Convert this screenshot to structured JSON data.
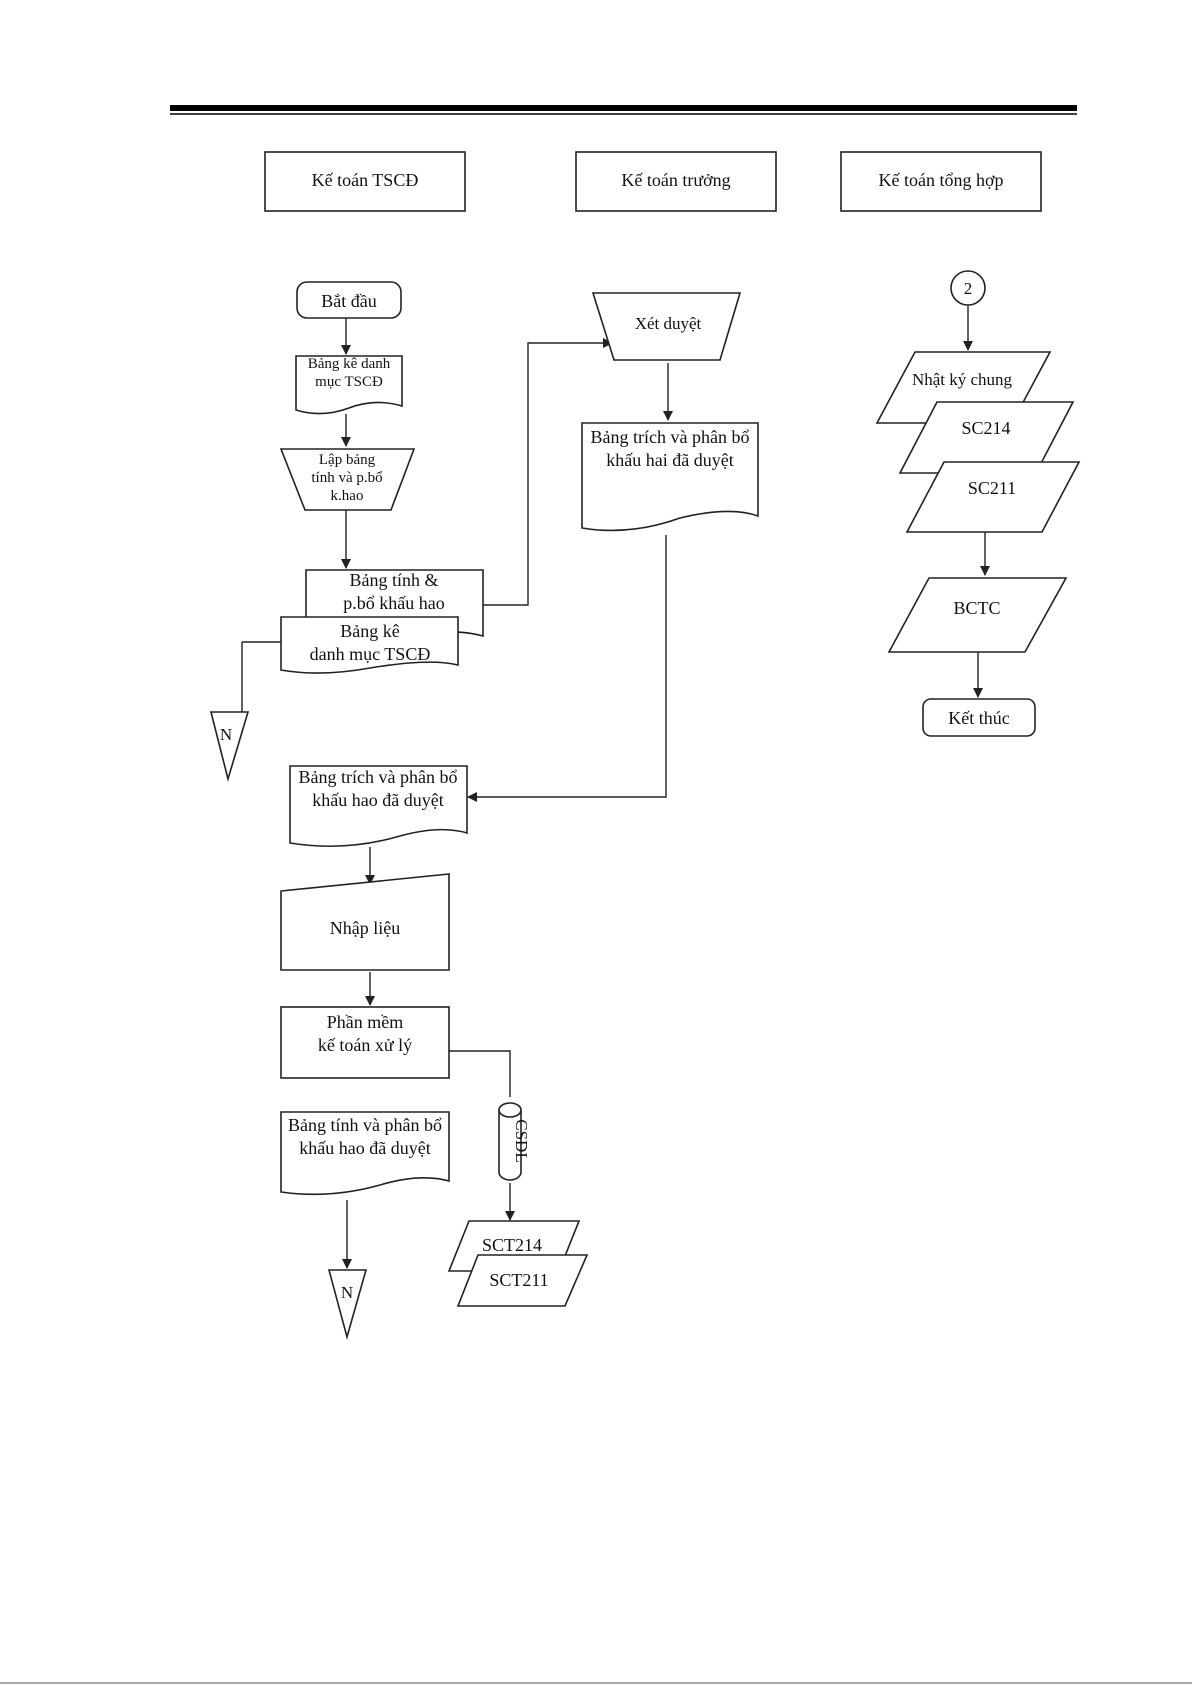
{
  "header": {
    "lanes": [
      "Kế toán TSCĐ",
      "Kế toán trưởng",
      "Kế toán tổng hợp"
    ]
  },
  "nodes": {
    "start": "Bắt đầu",
    "doc_asset_list_1": "Bảng kê danh|mục TSCĐ",
    "manual_create_table": "Lập bảng|tính và p.bổ|k.hao",
    "doc_calc_table": "Bảng tính &|p.bổ khấu hao",
    "doc_asset_list_2": "Bảng kê|danh mục TSCĐ",
    "file_n_1": "N",
    "manual_review": "Xét duyệt",
    "doc_approved_chief": "Bảng trích và phân bổ|khấu hai đã duyệt",
    "doc_approved_1": "Bảng trích và phân bổ|khấu hao đã duyệt",
    "data_entry": "Nhập liệu",
    "software_process": "Phần mềm|kế toán xử lý",
    "database": "CSDL",
    "doc_approved_2": "Bảng tính và phân bổ|khấu hao đã duyệt",
    "file_n_2": "N",
    "ledger_sct214": "SCT214",
    "ledger_sct211": "SCT211",
    "connector_2": "2",
    "journal": "Nhật ký chung",
    "ledger_sc214": "SC214",
    "ledger_sc211": "SC211",
    "report": "BCTC",
    "end": "Kết thúc"
  }
}
